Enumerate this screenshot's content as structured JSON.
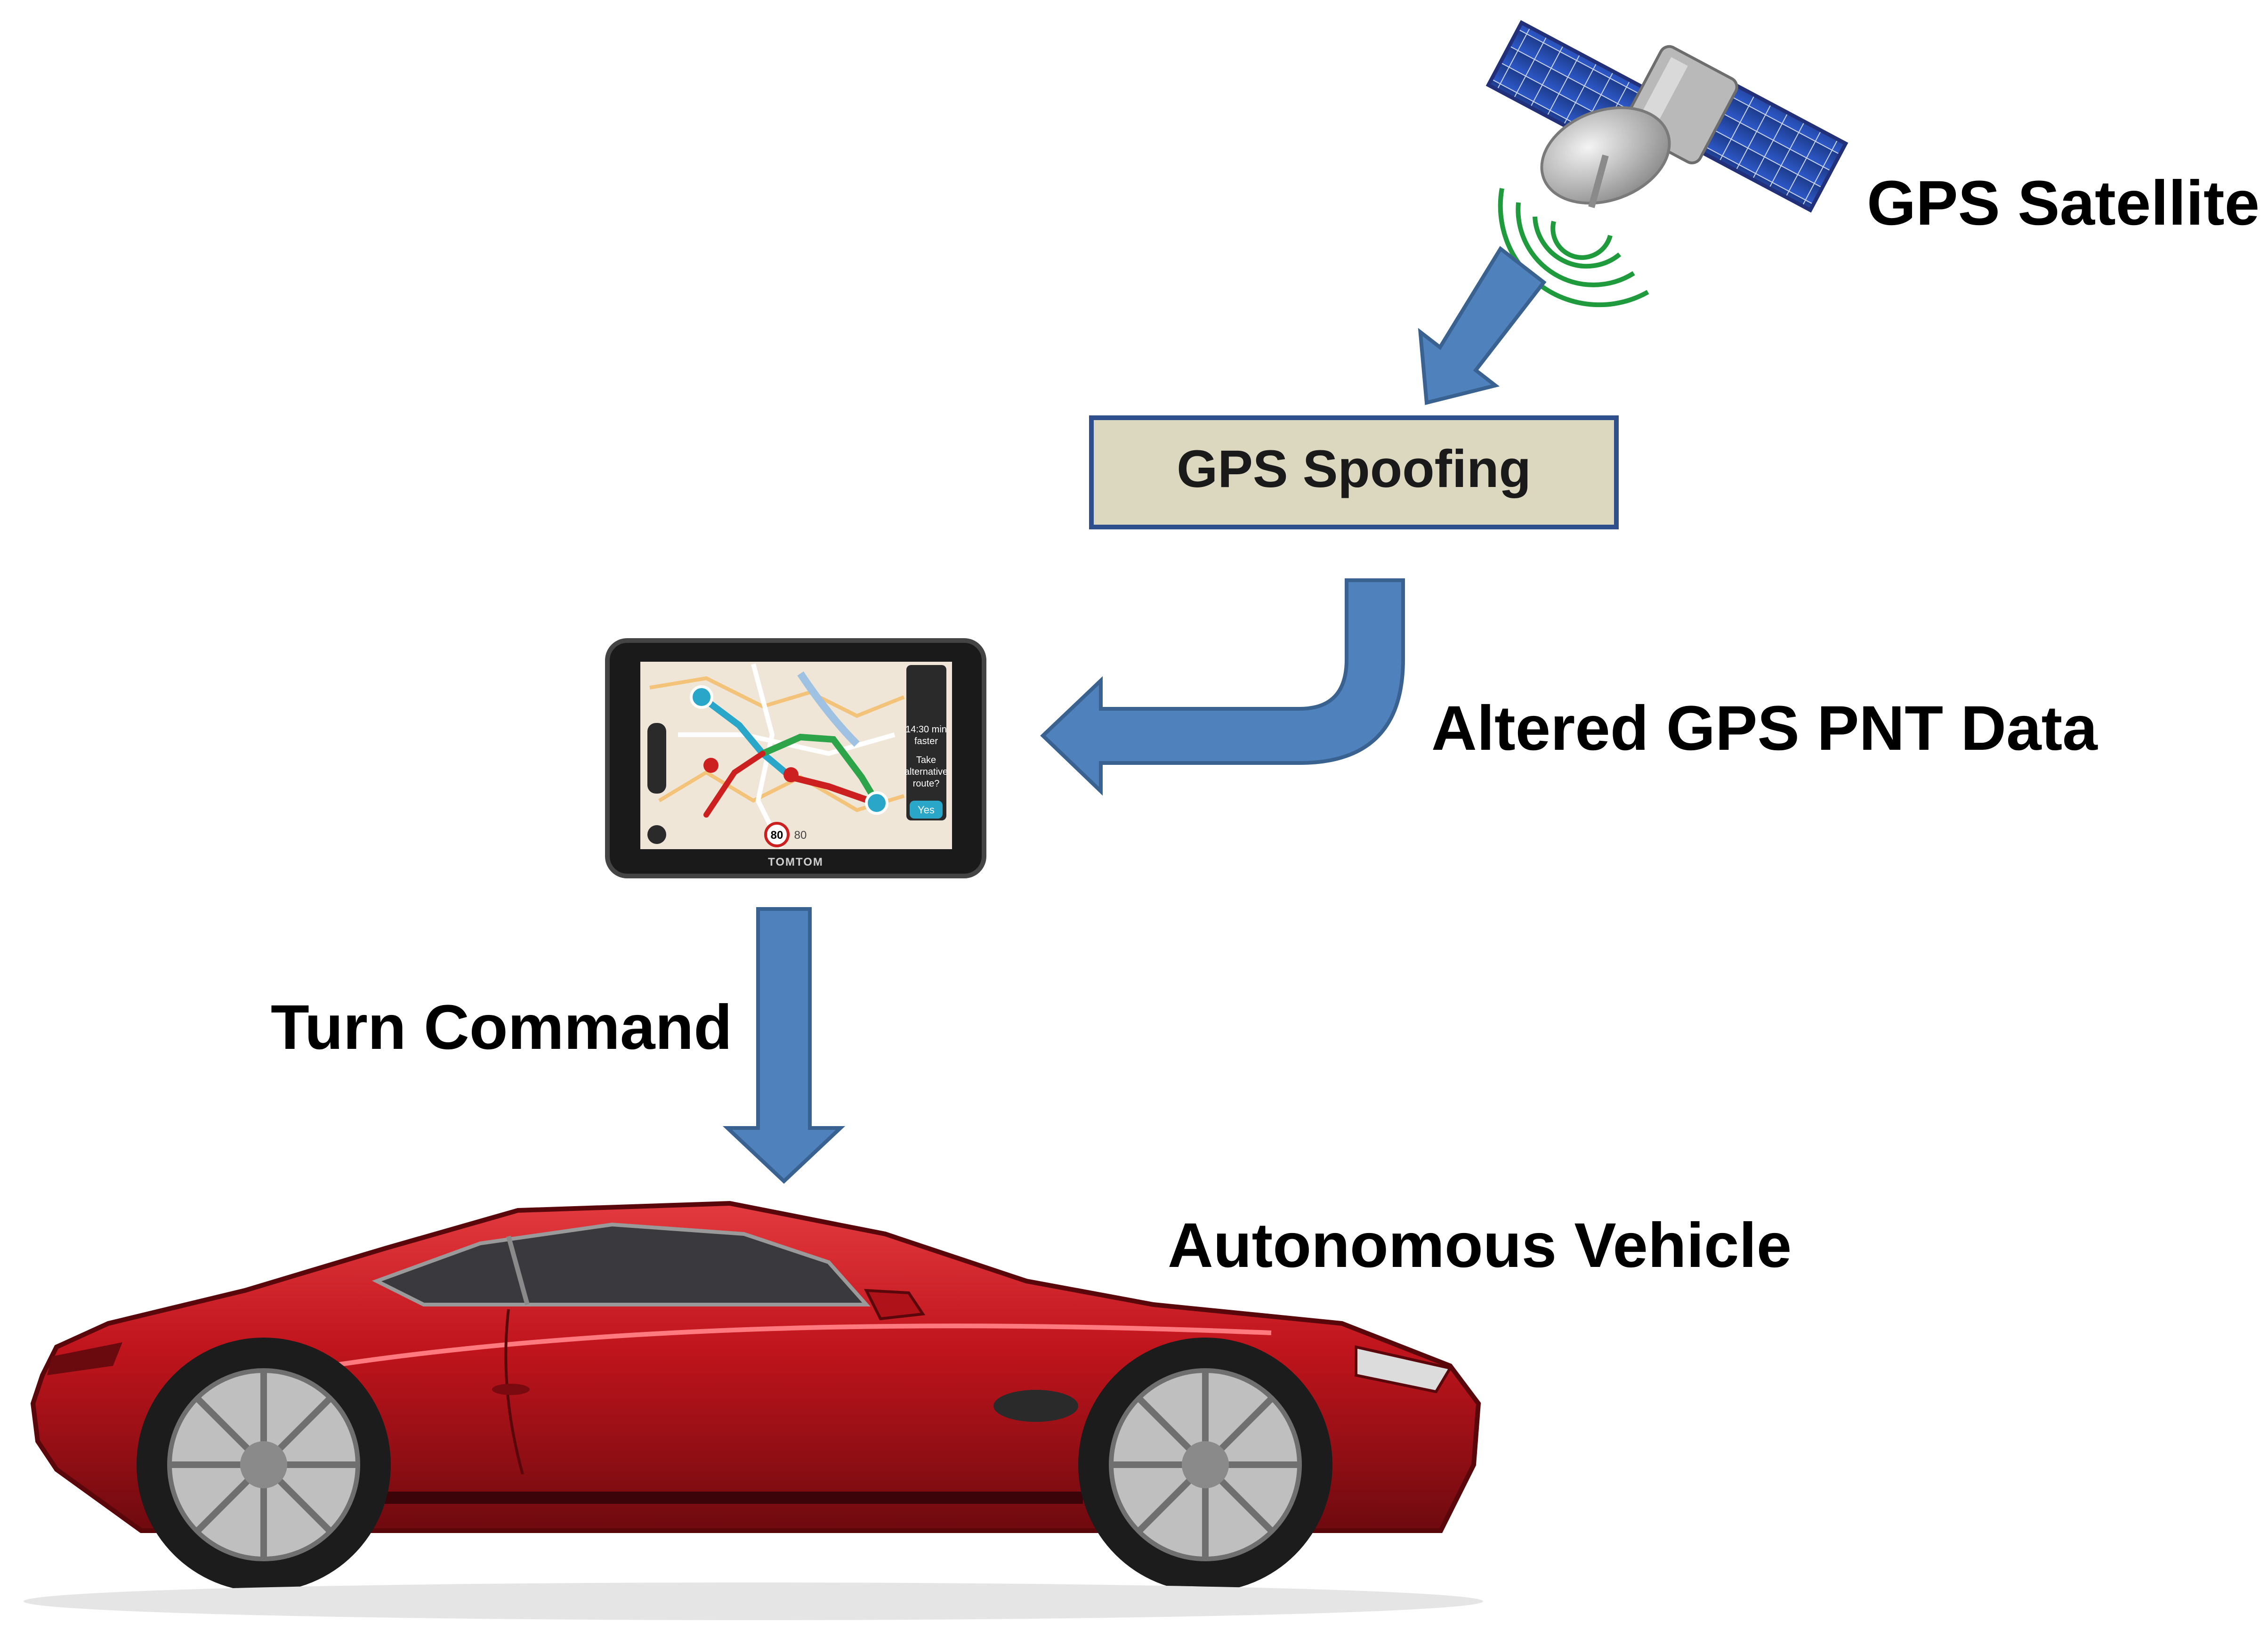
{
  "labels": {
    "satellite": "GPS Satellite",
    "spoofing": "GPS Spoofing",
    "altered_data": "Altered GPS PNT Data",
    "turn_command": "Turn Command",
    "vehicle": "Autonomous Vehicle"
  },
  "gps_device": {
    "brand": "TOMTOM",
    "screen_text": [
      "14:30 min",
      "faster",
      "Take",
      "alternative",
      "route?"
    ],
    "yes_button": "Yes",
    "speed_limit": "80",
    "current_speed": "80"
  },
  "colors": {
    "arrow_fill": "#4f81bd",
    "arrow_stroke": "#3a6291",
    "spoof_box_fill": "#dcd8c0",
    "spoof_box_stroke": "#2e4f8c",
    "car_body": "#c0141c",
    "signal_waves": "#1f9a3c"
  }
}
